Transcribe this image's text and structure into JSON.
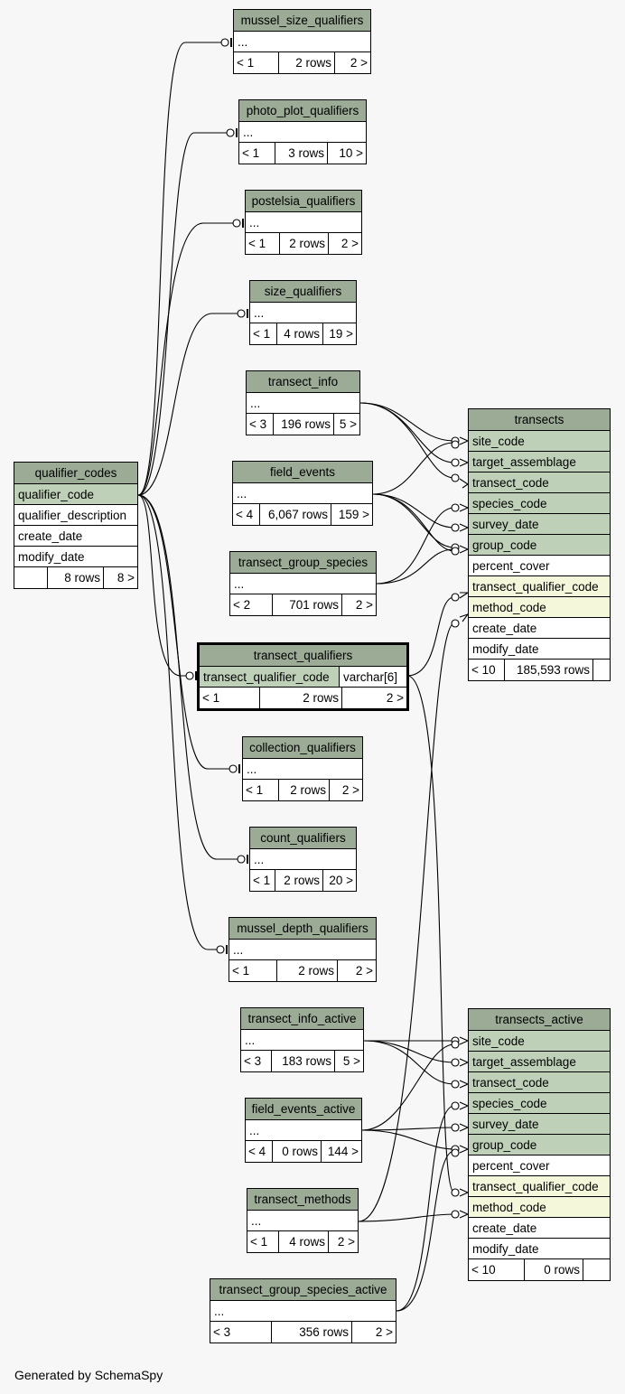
{
  "footer": "Generated by SchemaSpy",
  "tables": {
    "mussel_size_qualifiers": {
      "name": "mussel_size_qualifiers",
      "cols": [
        "..."
      ],
      "counts": [
        "< 1",
        "2 rows",
        "2 >"
      ]
    },
    "photo_plot_qualifiers": {
      "name": "photo_plot_qualifiers",
      "cols": [
        "..."
      ],
      "counts": [
        "< 1",
        "3 rows",
        "10 >"
      ]
    },
    "postelsia_qualifiers": {
      "name": "postelsia_qualifiers",
      "cols": [
        "..."
      ],
      "counts": [
        "< 1",
        "2 rows",
        "2 >"
      ]
    },
    "size_qualifiers": {
      "name": "size_qualifiers",
      "cols": [
        "..."
      ],
      "counts": [
        "< 1",
        "4 rows",
        "19 >"
      ]
    },
    "transect_info": {
      "name": "transect_info",
      "cols": [
        "..."
      ],
      "counts": [
        "< 3",
        "196 rows",
        "5 >"
      ]
    },
    "field_events": {
      "name": "field_events",
      "cols": [
        "..."
      ],
      "counts": [
        "< 4",
        "6,067 rows",
        "159 >"
      ]
    },
    "transect_group_species": {
      "name": "transect_group_species",
      "cols": [
        "..."
      ],
      "counts": [
        "< 2",
        "701 rows",
        "2 >"
      ]
    },
    "qualifier_codes": {
      "name": "qualifier_codes",
      "cols": [
        "qualifier_code",
        "qualifier_description",
        "create_date",
        "modify_date"
      ],
      "counts": [
        "",
        "8 rows",
        "8 >"
      ]
    },
    "transect_qualifiers": {
      "name": "transect_qualifiers",
      "col": "transect_qualifier_code",
      "type": "varchar[6]",
      "counts": [
        "< 1",
        "2 rows",
        "2 >"
      ]
    },
    "collection_qualifiers": {
      "name": "collection_qualifiers",
      "cols": [
        "..."
      ],
      "counts": [
        "< 1",
        "2 rows",
        "2 >"
      ]
    },
    "count_qualifiers": {
      "name": "count_qualifiers",
      "cols": [
        "..."
      ],
      "counts": [
        "< 1",
        "2 rows",
        "20 >"
      ]
    },
    "mussel_depth_qualifiers": {
      "name": "mussel_depth_qualifiers",
      "cols": [
        "..."
      ],
      "counts": [
        "< 1",
        "2 rows",
        "2 >"
      ]
    },
    "transect_info_active": {
      "name": "transect_info_active",
      "cols": [
        "..."
      ],
      "counts": [
        "< 3",
        "183 rows",
        "5 >"
      ]
    },
    "field_events_active": {
      "name": "field_events_active",
      "cols": [
        "..."
      ],
      "counts": [
        "< 4",
        "0 rows",
        "144 >"
      ]
    },
    "transect_methods": {
      "name": "transect_methods",
      "cols": [
        "..."
      ],
      "counts": [
        "< 1",
        "4 rows",
        "2 >"
      ]
    },
    "transect_group_species_active": {
      "name": "transect_group_species_active",
      "cols": [
        "..."
      ],
      "counts": [
        "< 3",
        "356 rows",
        "2 >"
      ]
    },
    "transects": {
      "name": "transects",
      "cols": [
        "site_code",
        "target_assemblage",
        "transect_code",
        "species_code",
        "survey_date",
        "group_code",
        "percent_cover",
        "transect_qualifier_code",
        "method_code",
        "create_date",
        "modify_date"
      ],
      "counts": [
        "< 10",
        "185,593 rows",
        ""
      ]
    },
    "transects_active": {
      "name": "transects_active",
      "cols": [
        "site_code",
        "target_assemblage",
        "transect_code",
        "species_code",
        "survey_date",
        "group_code",
        "percent_cover",
        "transect_qualifier_code",
        "method_code",
        "create_date",
        "modify_date"
      ],
      "counts": [
        "< 10",
        "0 rows",
        ""
      ]
    }
  },
  "colors": {
    "header": "#9bab96",
    "key_column": "#bed1b8",
    "foreign_key_column": "#f4f7da",
    "background": "#f7f7f7"
  }
}
